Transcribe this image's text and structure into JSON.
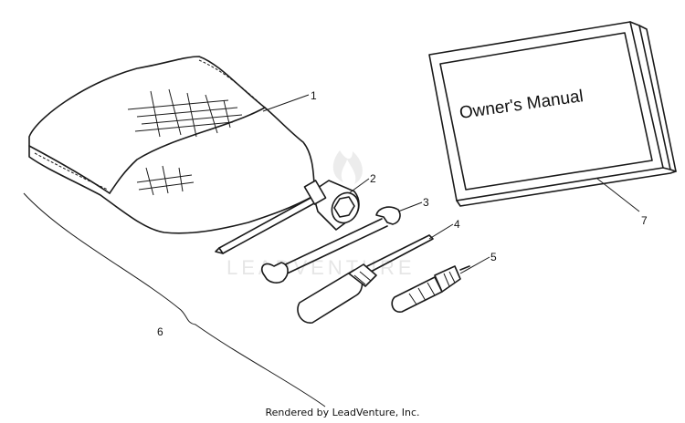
{
  "manual_title": "Owner's Manual",
  "watermark": "LEADVENTURE",
  "callouts": [
    "1",
    "2",
    "3",
    "4",
    "5",
    "6",
    "7"
  ],
  "footer": "Rendered by LeadVenture, Inc."
}
